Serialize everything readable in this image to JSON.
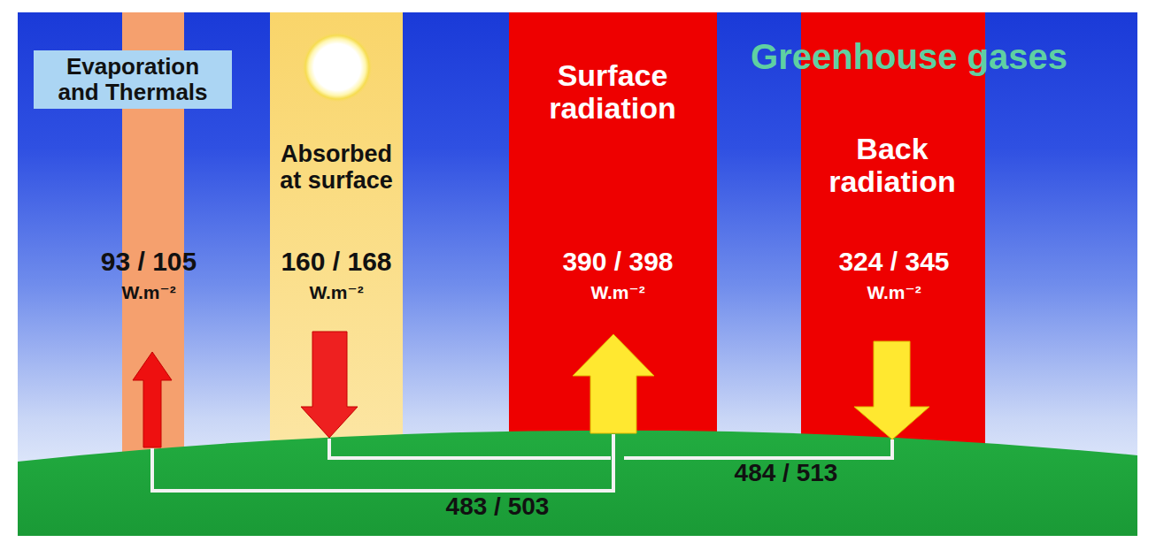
{
  "diagram": {
    "nodes": [
      {
        "text": [
          "Evaporation and Thermals"
        ]
      },
      {
        "text": [
          "93 / 105",
          "W.m⁻²"
        ]
      },
      {
        "text": [
          "Absorbed at surface",
          "160 / 168",
          "W.m⁻²"
        ]
      },
      {
        "text": [
          "Surface radiation",
          "390 / 398",
          "W.m⁻²"
        ]
      },
      {
        "text": [
          "Back radiation",
          "324 / 345",
          "W.m⁻²"
        ]
      }
    ],
    "labels": [
      "Greenhouse gases",
      "483 / 503",
      "484 / 513"
    ]
  }
}
